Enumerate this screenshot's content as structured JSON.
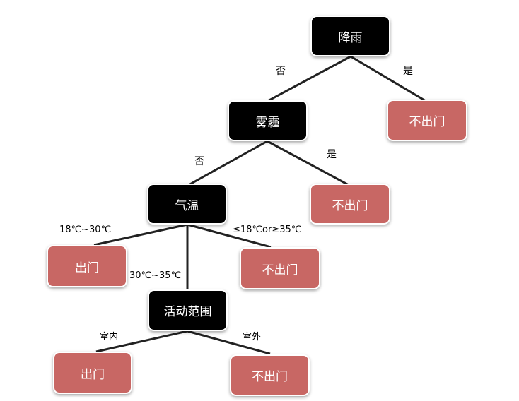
{
  "colors": {
    "decision": "#000000",
    "leaf": "#c86764",
    "edge": "#222222"
  },
  "nodes": {
    "rain": "降雨",
    "haze": "雾霾",
    "temp": "气温",
    "activity": "活动范围",
    "leaf_rain_yes": "不出门",
    "leaf_haze_yes": "不出门",
    "leaf_temp_ok": "出门",
    "leaf_temp_bad": "不出门",
    "leaf_indoor": "出门",
    "leaf_outdoor": "不出门"
  },
  "edges": {
    "rain_no": "否",
    "rain_yes": "是",
    "haze_no": "否",
    "haze_yes": "是",
    "temp_ok": "18℃~30℃",
    "temp_mid": "30℃~35℃",
    "temp_bad": "≤18℃or≥35℃",
    "indoor": "室内",
    "outdoor": "室外"
  }
}
